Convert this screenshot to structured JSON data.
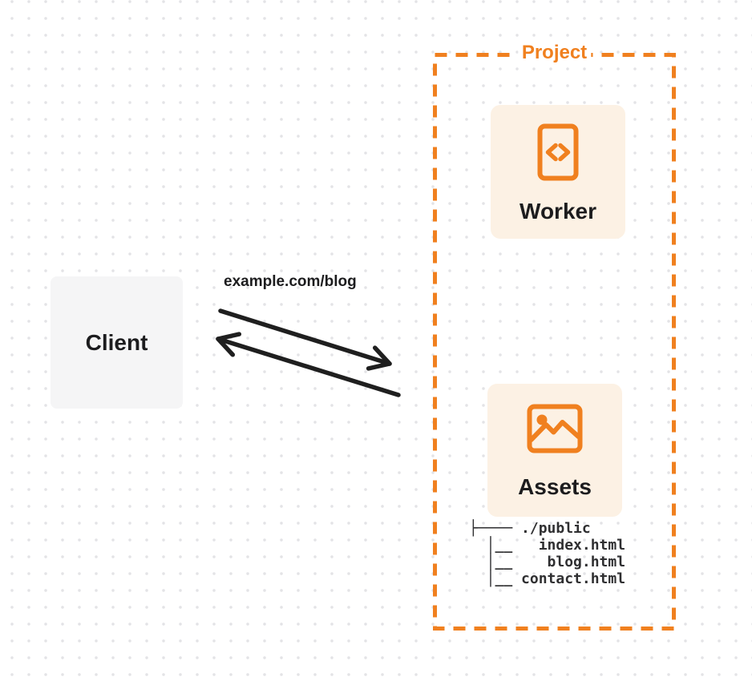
{
  "client": {
    "label": "Client"
  },
  "request": {
    "url_label": "example.com/blog"
  },
  "arrows": {
    "request_icon": "arrow-right-icon",
    "response_icon": "arrow-left-icon"
  },
  "project": {
    "label": "Project",
    "worker": {
      "label": "Worker",
      "icon": "code-file-icon"
    },
    "assets": {
      "label": "Assets",
      "icon": "image-icon",
      "file_tree": {
        "lines": [
          "├──── ./public",
          "  │__   index.html",
          "  │__    blog.html",
          "  │__ contact.html"
        ]
      }
    }
  },
  "colors": {
    "accent": "#F0801F",
    "card_bg": "#FCF1E4",
    "client_bg": "#F5F5F6",
    "arrow": "#1F1F1F",
    "text": "#1C1C1E",
    "tree_text": "#2F2F31",
    "dot": "#E3E3E6",
    "page_bg": "#FFFFFF"
  }
}
